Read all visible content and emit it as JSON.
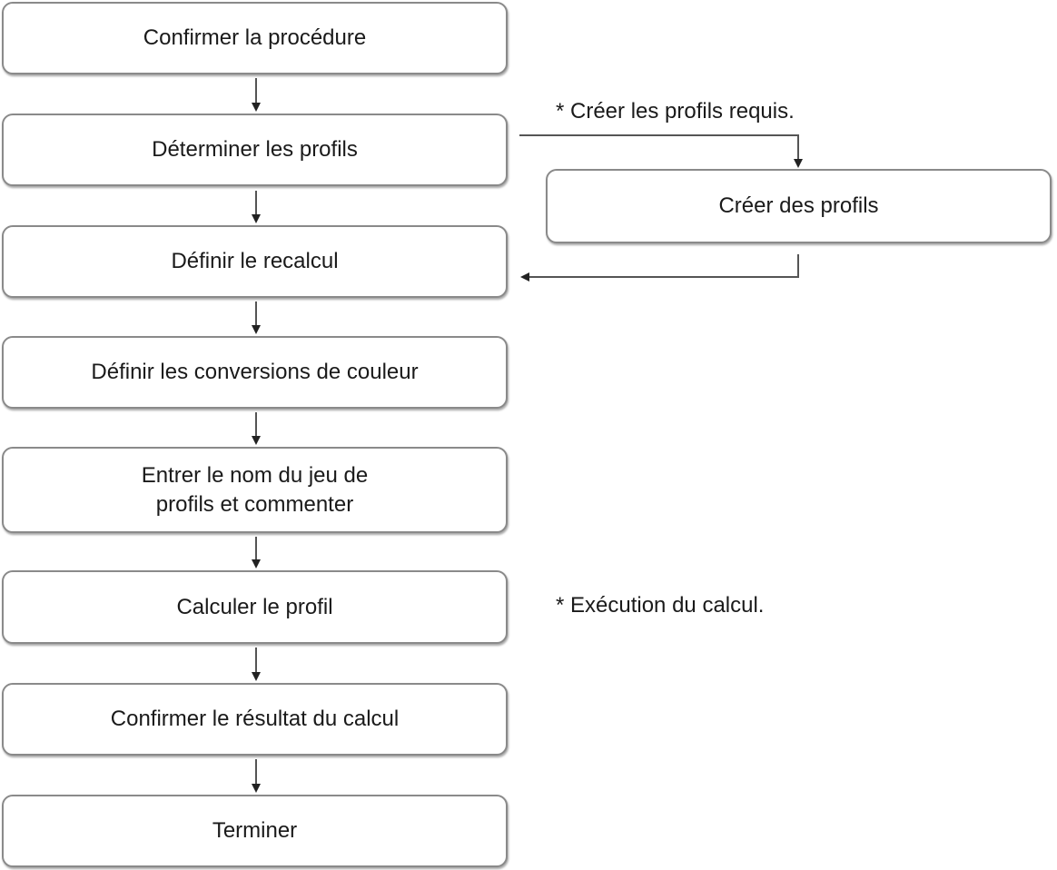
{
  "steps": [
    {
      "id": "confirm-procedure",
      "label": "Confirmer la procédure"
    },
    {
      "id": "determine-profiles",
      "label": "Déterminer les profils"
    },
    {
      "id": "define-recalculation",
      "label": "Définir le recalcul"
    },
    {
      "id": "define-color-conversions",
      "label": "Définir les conversions de couleur"
    },
    {
      "id": "enter-profile-set-name",
      "label": "Entrer le nom du jeu de\nprofils et commenter"
    },
    {
      "id": "calculate-profile",
      "label": "Calculer le profil"
    },
    {
      "id": "confirm-calculation-result",
      "label": "Confirmer le résultat du calcul"
    },
    {
      "id": "finish",
      "label": "Terminer"
    }
  ],
  "side_step": {
    "id": "create-profiles",
    "label": "Créer des profils"
  },
  "notes": {
    "create_required": "* Créer les profils requis.",
    "calculation_run": "* Exécution du calcul."
  }
}
